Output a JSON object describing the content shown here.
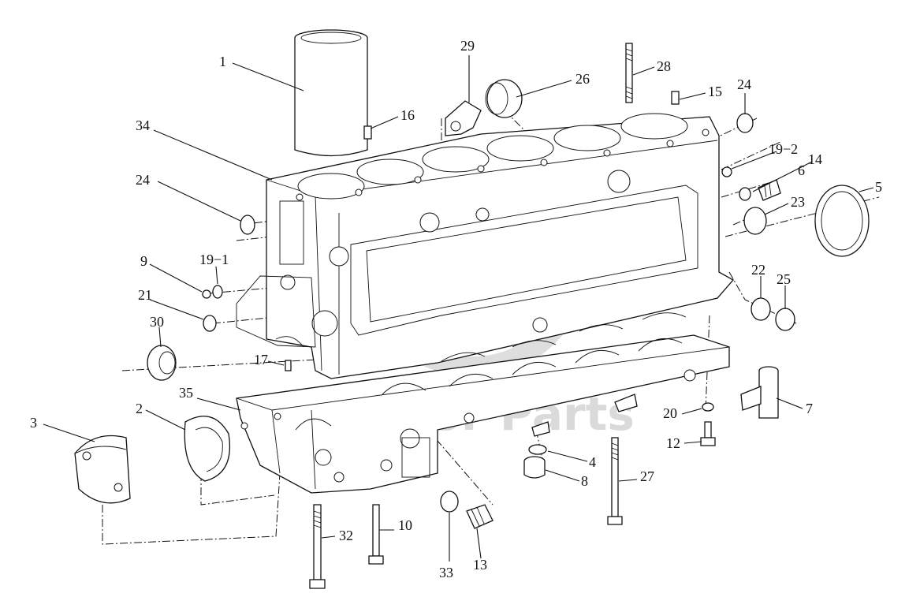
{
  "diagram": {
    "watermark": {
      "brand_text": "Motor Parts"
    },
    "callouts": [
      {
        "id": "c1",
        "label": "1"
      },
      {
        "id": "c16",
        "label": "16"
      },
      {
        "id": "c29",
        "label": "29"
      },
      {
        "id": "c26",
        "label": "26"
      },
      {
        "id": "c28",
        "label": "28"
      },
      {
        "id": "c15",
        "label": "15"
      },
      {
        "id": "c24a",
        "label": "24"
      },
      {
        "id": "c34",
        "label": "34"
      },
      {
        "id": "c19-2",
        "label": "19−2"
      },
      {
        "id": "c14",
        "label": "14"
      },
      {
        "id": "c6",
        "label": "6"
      },
      {
        "id": "c5",
        "label": "5"
      },
      {
        "id": "c23",
        "label": "23"
      },
      {
        "id": "c24b",
        "label": "24"
      },
      {
        "id": "c9",
        "label": "9"
      },
      {
        "id": "c19-1",
        "label": "19−1"
      },
      {
        "id": "c21",
        "label": "21"
      },
      {
        "id": "c30",
        "label": "30"
      },
      {
        "id": "c22",
        "label": "22"
      },
      {
        "id": "c25",
        "label": "25"
      },
      {
        "id": "c17",
        "label": "17"
      },
      {
        "id": "c35",
        "label": "35"
      },
      {
        "id": "c2",
        "label": "2"
      },
      {
        "id": "c3",
        "label": "3"
      },
      {
        "id": "c20",
        "label": "20"
      },
      {
        "id": "c7",
        "label": "7"
      },
      {
        "id": "c12",
        "label": "12"
      },
      {
        "id": "c4",
        "label": "4"
      },
      {
        "id": "c8",
        "label": "8"
      },
      {
        "id": "c27",
        "label": "27"
      },
      {
        "id": "c32",
        "label": "32"
      },
      {
        "id": "c10",
        "label": "10"
      },
      {
        "id": "c33",
        "label": "33"
      },
      {
        "id": "c13",
        "label": "13"
      }
    ]
  }
}
